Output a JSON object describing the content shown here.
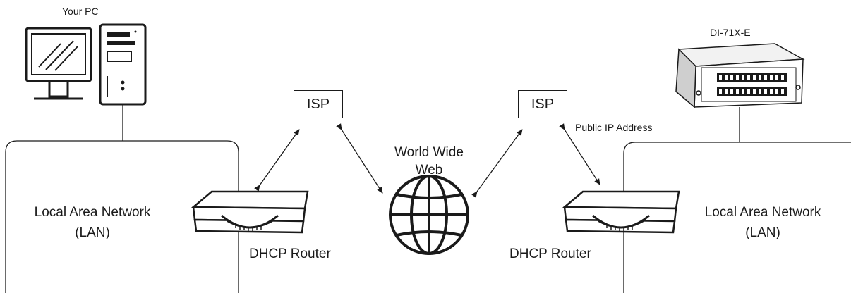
{
  "pc": {
    "label": "Your PC"
  },
  "device": {
    "label": "DI-71X-E"
  },
  "left_isp": {
    "label": "ISP"
  },
  "right_isp": {
    "label": "ISP"
  },
  "public_ip": {
    "label": "Public IP Address"
  },
  "www": {
    "line1": "World Wide",
    "line2": "Web"
  },
  "left_lan": {
    "line1": "Local Area Network",
    "line2": "(LAN)"
  },
  "right_lan": {
    "line1": "Local Area Network",
    "line2": "(LAN)"
  },
  "left_router": {
    "label": "DHCP Router"
  },
  "right_router": {
    "label": "DHCP Router"
  },
  "stroke_color": "#1a1a1a"
}
